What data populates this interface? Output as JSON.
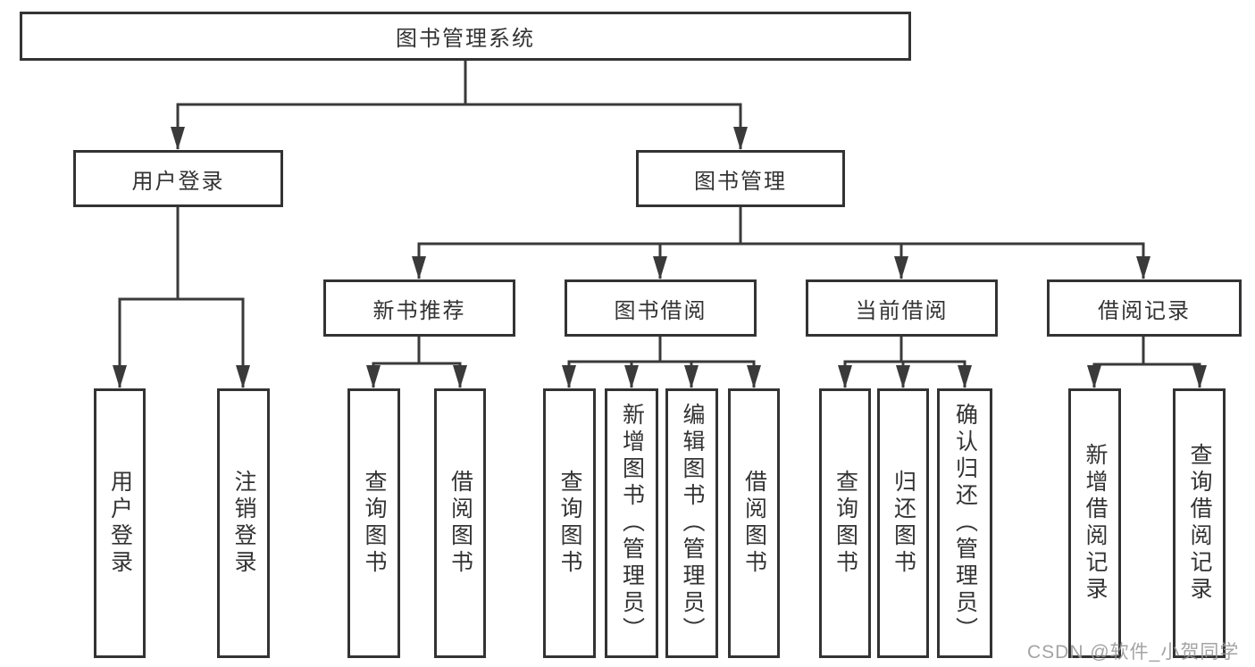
{
  "diagram_type": "functional-structure-tree",
  "colors": {
    "background": "#ffffff",
    "line": "#3a3a3a",
    "box_border": "#333333",
    "text": "#333333",
    "watermark": "#9a9a9a"
  },
  "tree": {
    "label": "图书管理系统",
    "children": [
      {
        "label": "用户登录",
        "children": [
          {
            "label": "用户登录"
          },
          {
            "label": "注销登录"
          }
        ]
      },
      {
        "label": "图书管理",
        "children": [
          {
            "label": "新书推荐",
            "children": [
              {
                "label": "查询图书"
              },
              {
                "label": "借阅图书"
              }
            ]
          },
          {
            "label": "图书借阅",
            "children": [
              {
                "label": "查询图书"
              },
              {
                "label": "新增图书（管理员）"
              },
              {
                "label": "编辑图书（管理员）"
              },
              {
                "label": "借阅图书"
              }
            ]
          },
          {
            "label": "当前借阅",
            "children": [
              {
                "label": "查询图书"
              },
              {
                "label": "归还图书"
              },
              {
                "label": "确认归还（管理员）"
              }
            ]
          },
          {
            "label": "借阅记录",
            "children": [
              {
                "label": "新增借阅记录"
              },
              {
                "label": "查询借阅记录"
              }
            ]
          }
        ]
      }
    ]
  },
  "watermark": "CSDN @软件_小贺同学"
}
